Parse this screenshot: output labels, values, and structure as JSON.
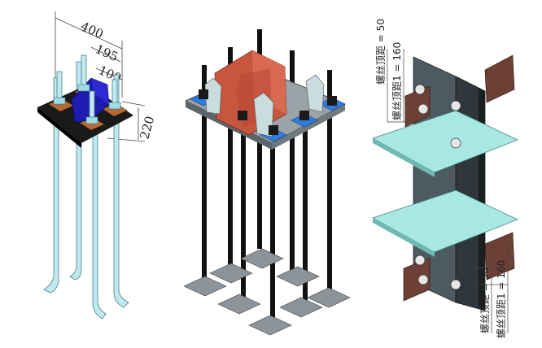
{
  "figure_1": {
    "dim_width": "400",
    "dim_mid": "195",
    "dim_small": "100",
    "dim_height": "220"
  },
  "figure_3": {
    "label_top_a": "螺丝顶距 = 50",
    "label_top_b": "螺丝顶距1 = 160",
    "label_bottom_a": "螺丝顶距 = 50",
    "label_bottom_b": "螺丝顶距1 = 160"
  },
  "colors": {
    "anchor_rod": "#bfe9ef",
    "base_plate": "#1a1a1a",
    "washer": "#b86a35",
    "stiffener_blue": "#1d1bb0",
    "stiffener_red": "#c8553e",
    "washer_blue": "#2f7de0",
    "grey_plate": "#8c9499",
    "column_steel": "#4e5a61",
    "cyan_plate": "#a8e8e2"
  }
}
